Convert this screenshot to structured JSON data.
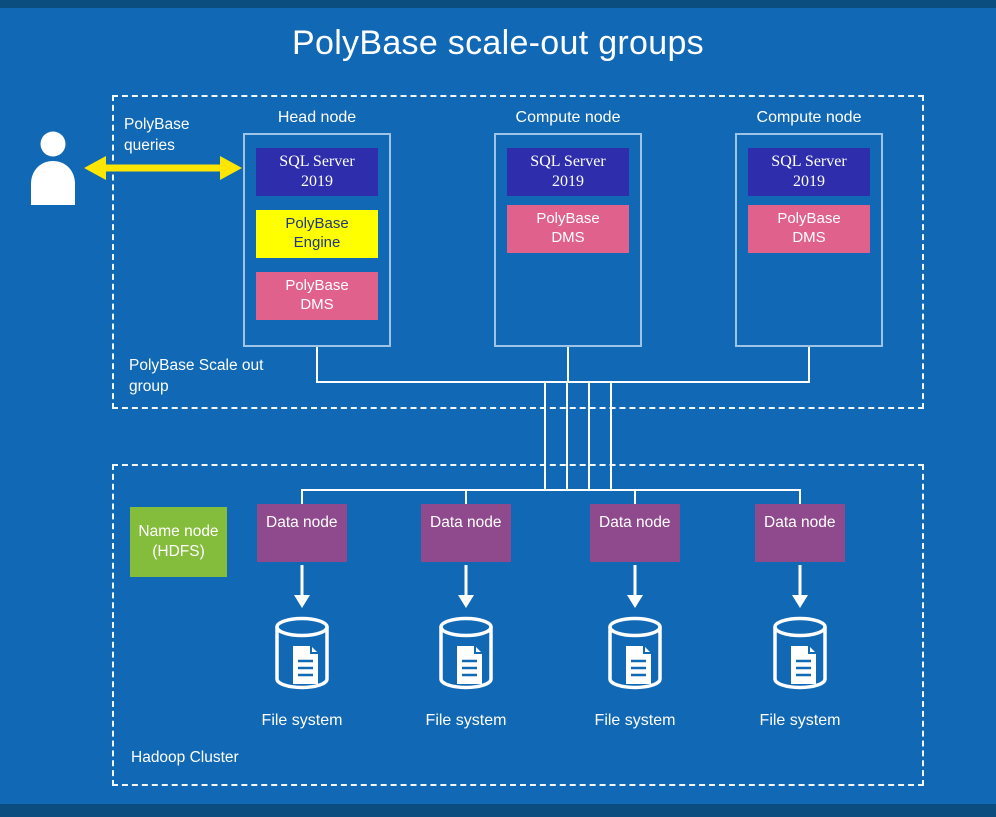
{
  "title": "PolyBase scale-out groups",
  "icons": {
    "user": "user-icon",
    "queries_arrow": "double-arrow-icon",
    "data_flow_arrow": "down-arrow-icon",
    "storage": "database-cylinder-icon",
    "document": "document-icon"
  },
  "colors": {
    "background": "#1168B4",
    "edge_band": "#0C4D80",
    "dashed_border": "#FFFFFF",
    "node_border": "#9DC3E6",
    "sql_server_box": "#2E2EAC",
    "polybase_engine_box": "#FFFF00",
    "polybase_engine_text": "#1F3876",
    "polybase_dms_box": "#E0618C",
    "data_node_box": "#8E4A8C",
    "name_node_box": "#84BC3C",
    "queries_arrow": "#FFE600",
    "connector_lines": "#FFFFFF"
  },
  "scale_out_group": {
    "label": "PolyBase Scale out group",
    "queries_label": "PolyBase queries",
    "nodes": [
      {
        "title": "Head node",
        "sql": {
          "line1": "SQL Server",
          "line2": "2019"
        },
        "engine": {
          "line1": "PolyBase",
          "line2": "Engine"
        },
        "dms": {
          "line1": "PolyBase",
          "line2": "DMS"
        }
      },
      {
        "title": "Compute node",
        "sql": {
          "line1": "SQL Server",
          "line2": "2019"
        },
        "dms": {
          "line1": "PolyBase",
          "line2": "DMS"
        }
      },
      {
        "title": "Compute node",
        "sql": {
          "line1": "SQL Server",
          "line2": "2019"
        },
        "dms": {
          "line1": "PolyBase",
          "line2": "DMS"
        }
      }
    ]
  },
  "hadoop_cluster": {
    "label": "Hadoop Cluster",
    "name_node": {
      "line1": "Name node",
      "line2": "(HDFS)"
    },
    "data_nodes": [
      {
        "label": "Data node",
        "storage_label": "File system"
      },
      {
        "label": "Data node",
        "storage_label": "File system"
      },
      {
        "label": "Data node",
        "storage_label": "File system"
      },
      {
        "label": "Data node",
        "storage_label": "File system"
      }
    ]
  }
}
